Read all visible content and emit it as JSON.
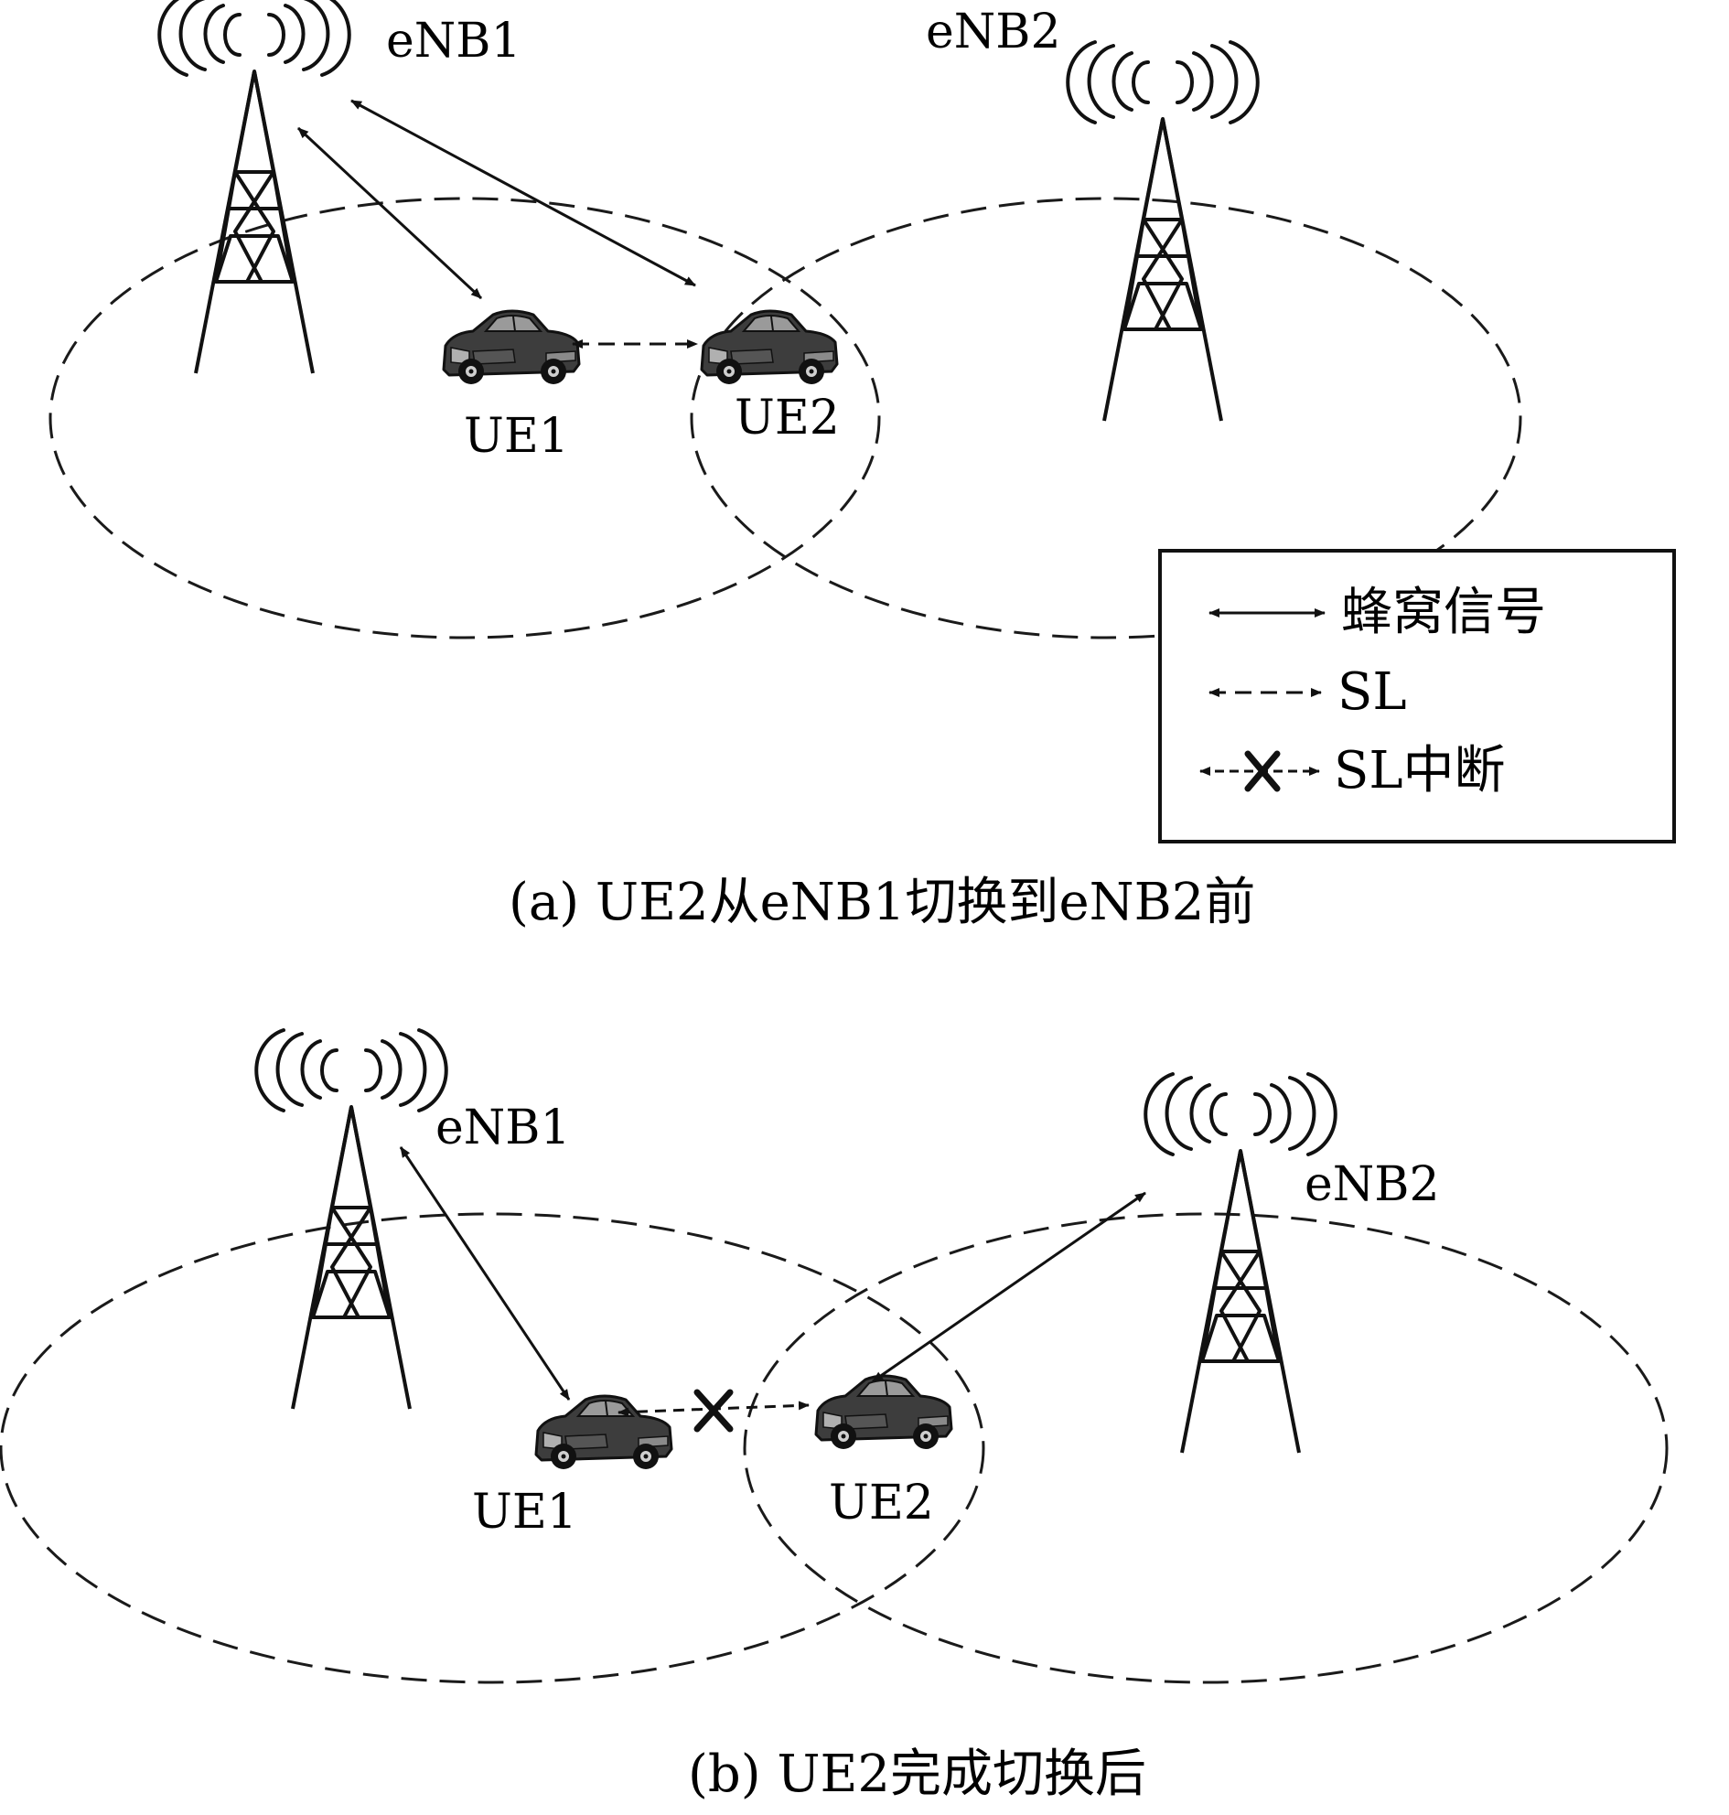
{
  "panel_a": {
    "enb1": "eNB1",
    "enb2": "eNB2",
    "ue1": "UE1",
    "ue2": "UE2",
    "caption": "(a) UE2从eNB1切换到eNB2前"
  },
  "panel_b": {
    "enb1": "eNB1",
    "enb2": "eNB2",
    "ue1": "UE1",
    "ue2": "UE2",
    "caption": "(b) UE2完成切换后"
  },
  "legend": {
    "cellular": "蜂窝信号",
    "sl": "SL",
    "sl_break": "SL中断"
  },
  "colors": {
    "line": "#1a1a1a",
    "car_body": "#3d3d3d",
    "car_dark": "#111111"
  }
}
